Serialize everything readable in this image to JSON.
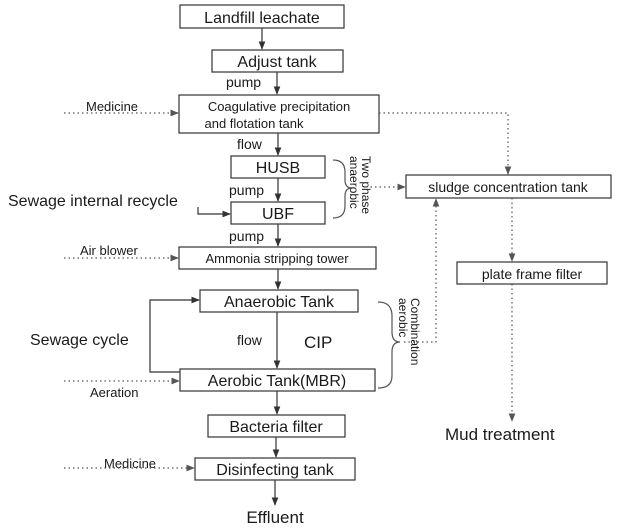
{
  "boxes": {
    "landfill": "Landfill leachate",
    "adjust": "Adjust tank",
    "coag_line1": "Coagulative precipitation",
    "coag_line2": "and flotation  tank",
    "husb": "HUSB",
    "ubf": "UBF",
    "ammonia": "Ammonia stripping tower",
    "anaerobic": "Anaerobic Tank",
    "aerobic": "Aerobic Tank(MBR)",
    "bacteria": "Bacteria filter",
    "disinfect": "Disinfecting tank",
    "sludge": "sludge concentration tank",
    "plate": "plate frame filter"
  },
  "labels": {
    "pump1": "pump",
    "flow1": "flow",
    "pump2": "pump",
    "pump3": "pump",
    "flow2": "flow",
    "cip": "CIP",
    "medicine1": "Medicine",
    "medicine2": "Medicine",
    "sewage_recycle": "Sewage internal recycle",
    "air_blower": "Air blower",
    "sewage_cycle": "Sewage cycle",
    "aeration": "Aeration",
    "two_phase_line1": "Two phase",
    "two_phase_line2": "anaerobic",
    "combination_line1": "Combination",
    "combination_line2": "aerobic",
    "mud": "Mud treatment",
    "effluent": "Effluent"
  },
  "colors": {
    "stroke": "#333333",
    "text": "#1a1a1a"
  }
}
